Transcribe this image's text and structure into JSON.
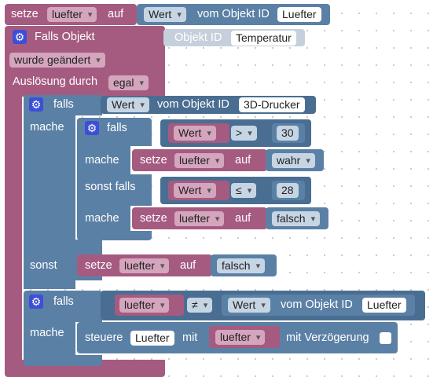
{
  "top": {
    "setze": "setze",
    "var": "luefter",
    "auf": "auf",
    "value_prop": "Wert",
    "vom_objekt": "vom Objekt ID",
    "object": "Luefter"
  },
  "trigger": {
    "title": "Falls Objekt",
    "objekt_id": "Objekt ID",
    "object": "Temperatur",
    "condition": "wurde geändert",
    "ausloesung_label": "Auslösung durch",
    "ausloesung_value": "egal"
  },
  "if1": {
    "falls": "falls",
    "prop": "Wert",
    "vom_objekt": "vom Objekt ID",
    "object": "3D-Drucker",
    "mache": "mache",
    "sonst": "sonst"
  },
  "if2": {
    "falls": "falls",
    "prop": "Wert",
    "op1": ">",
    "num1": "30",
    "mache": "mache",
    "setze": "setze",
    "var": "luefter",
    "auf": "auf",
    "val1": "wahr",
    "sonst_falls": "sonst falls",
    "op2": "≤",
    "num2": "28",
    "val2": "falsch"
  },
  "else_set": {
    "setze": "setze",
    "var": "luefter",
    "auf": "auf",
    "value": "falsch"
  },
  "if3": {
    "falls": "falls",
    "var": "luefter",
    "op": "≠",
    "prop": "Wert",
    "vom_objekt": "vom Objekt ID",
    "object": "Luefter",
    "mache": "mache",
    "steuere": "steuere",
    "target": "Luefter",
    "mit": "mit",
    "var2": "luefter",
    "delay_label": "mit Verzögerung"
  },
  "icons": {
    "gear": "⚙"
  }
}
